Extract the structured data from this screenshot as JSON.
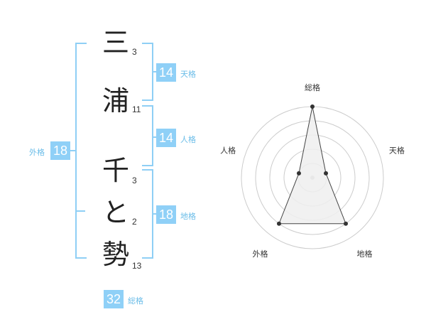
{
  "name": {
    "chars": [
      {
        "char": "三",
        "strokes": "3"
      },
      {
        "char": "浦",
        "strokes": "11"
      },
      {
        "char": "千",
        "strokes": "3"
      },
      {
        "char": "と",
        "strokes": "2"
      },
      {
        "char": "勢",
        "strokes": "13"
      }
    ]
  },
  "kakusu": {
    "tenkaku": {
      "value": "14",
      "label": "天格"
    },
    "jinkaku": {
      "value": "14",
      "label": "人格"
    },
    "chikaku": {
      "value": "18",
      "label": "地格"
    },
    "gaikaku": {
      "value": "18",
      "label": "外格"
    },
    "soukaku": {
      "value": "32",
      "label": "総格"
    }
  },
  "chart_data": {
    "type": "radar",
    "axes": [
      "総格",
      "天格",
      "地格",
      "外格",
      "人格"
    ],
    "values": [
      5,
      1,
      4,
      4,
      1
    ],
    "max": 5,
    "rings": 5,
    "colors": {
      "fill": "#eeeeee",
      "stroke": "#444444",
      "ring": "#cccccc",
      "center": "#bbbbbb"
    }
  },
  "colors": {
    "accent": "#8fd0f7",
    "label": "#6bbde8"
  }
}
